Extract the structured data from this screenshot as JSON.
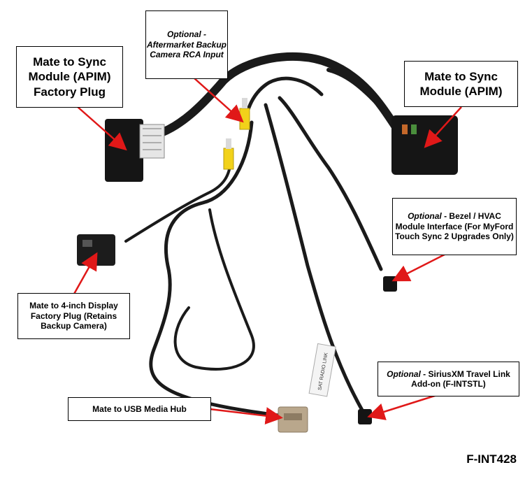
{
  "callouts": {
    "apim_factory": "Mate to Sync Module (APIM) Factory Plug",
    "backup_camera": {
      "optional": "Optional -",
      "text": "Aftermarket Backup Camera RCA Input"
    },
    "apim": "Mate to Sync Module (APIM)",
    "bezel_hvac": {
      "optional": "Optional",
      "text": " - Bezel / HVAC Module Interface (For MyFord Touch Sync 2 Upgrades Only)"
    },
    "display_4inch": "Mate to 4-inch Display Factory Plug (Retains Backup Camera)",
    "siriusxm": {
      "optional": "Optional",
      "text": " - SiriusXM Travel Link Add-on (F-INTSTL)"
    },
    "usb_hub": "Mate to USB Media Hub"
  },
  "connector_label": "SAT RADIO LINK",
  "part_number": "F-INT428",
  "colors": {
    "cable": "#1a1a1a",
    "arrow": "#e01818",
    "rca_yellow": "#f2d21a",
    "connector_tan": "#b9a78c"
  }
}
